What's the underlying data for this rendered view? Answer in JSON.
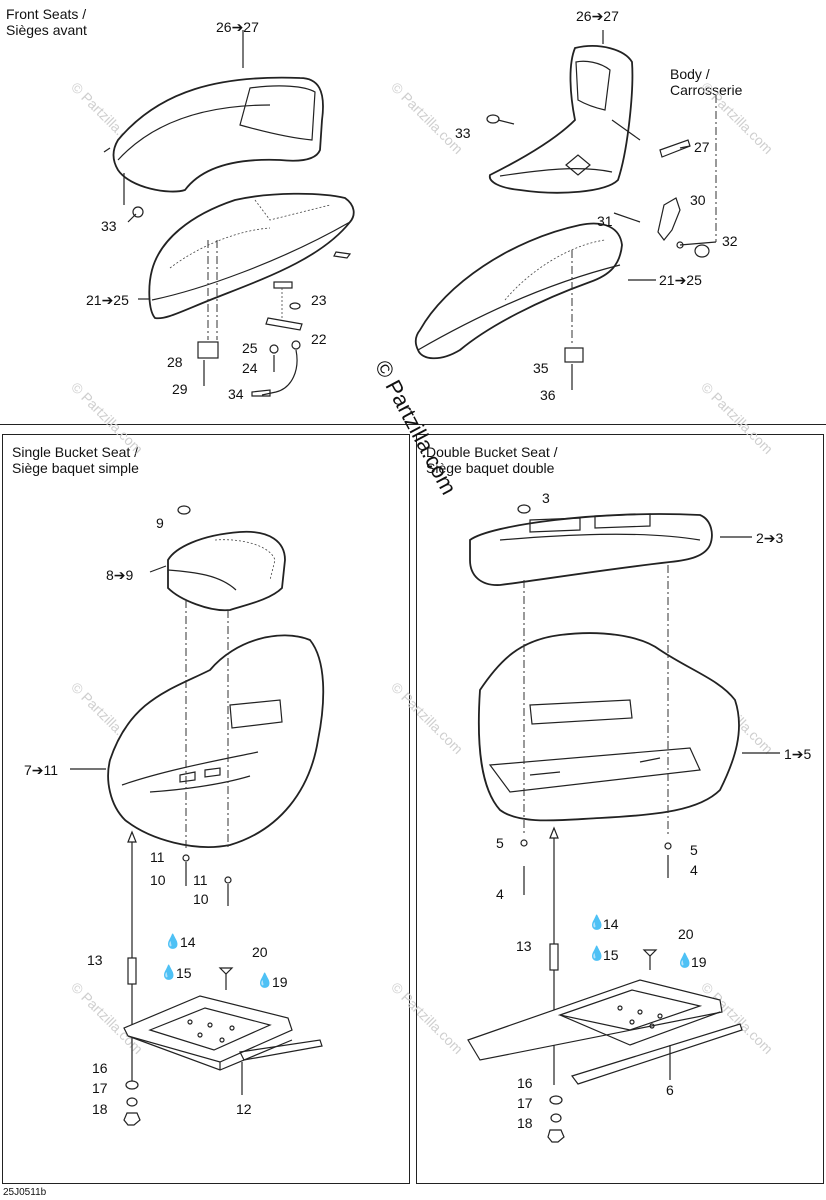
{
  "sections": {
    "front": {
      "title_en": "Front Seats /",
      "title_fr": "Sièges avant"
    },
    "body": {
      "title_en": "Body /",
      "title_fr": "Carrosserie"
    },
    "single": {
      "title_en": "Single Bucket Seat /",
      "title_fr": "Siège baquet simple"
    },
    "double": {
      "title_en": "Double Bucket Seat /",
      "title_fr": "Siège baquet double"
    }
  },
  "labels": {
    "f_26_27": "26➔27",
    "f_33": "33",
    "f_21_25": "21➔25",
    "f_23": "23",
    "f_22": "22",
    "f_25": "25",
    "f_24": "24",
    "f_28": "28",
    "f_29": "29",
    "f_34": "34",
    "b_26_27": "26➔27",
    "b_33": "33",
    "b_27": "27",
    "b_30": "30",
    "b_31": "31",
    "b_32": "32",
    "b_21_25": "21➔25",
    "b_35": "35",
    "b_36": "36",
    "s_9": "9",
    "s_8_9": "8➔9",
    "s_7_11": "7➔11",
    "s_11a": "11",
    "s_10a": "10",
    "s_11b": "11",
    "s_10b": "10",
    "s_13": "13",
    "s_14": "14",
    "s_15": "15",
    "s_20": "20",
    "s_19": "19",
    "s_16": "16",
    "s_17": "17",
    "s_18": "18",
    "s_12": "12",
    "d_3": "3",
    "d_2_3": "2➔3",
    "d_1_5": "1➔5",
    "d_5a": "5",
    "d_4a": "4",
    "d_5b": "5",
    "d_4b": "4",
    "d_14": "14",
    "d_13": "13",
    "d_15": "15",
    "d_20": "20",
    "d_19": "19",
    "d_16": "16",
    "d_17": "17",
    "d_18": "18",
    "d_6": "6"
  },
  "diagram_code": "25J0511b",
  "watermark": "© Partzilla.com",
  "center_watermark": "© Partzilla.com"
}
